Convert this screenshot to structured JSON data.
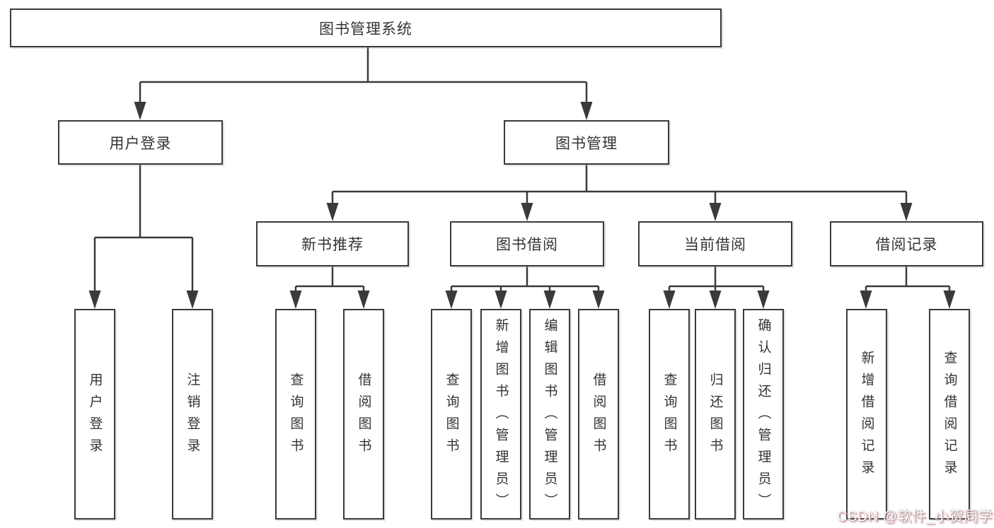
{
  "diagram": {
    "type": "tree",
    "root": {
      "label": "图书管理系统"
    },
    "level1": [
      {
        "label": "用户登录"
      },
      {
        "label": "图书管理"
      }
    ],
    "level2": [
      {
        "label": "新书推荐",
        "parent": "图书管理"
      },
      {
        "label": "图书借阅",
        "parent": "图书管理"
      },
      {
        "label": "当前借阅",
        "parent": "图书管理"
      },
      {
        "label": "借阅记录",
        "parent": "图书管理"
      }
    ],
    "leaves": [
      {
        "label": "用户登录",
        "parent": "用户登录"
      },
      {
        "label": "注销登录",
        "parent": "用户登录"
      },
      {
        "label": "查询图书",
        "parent": "新书推荐"
      },
      {
        "label": "借阅图书",
        "parent": "新书推荐"
      },
      {
        "label": "查询图书",
        "parent": "图书借阅"
      },
      {
        "label": "新增图书（管理员）",
        "parent": "图书借阅"
      },
      {
        "label": "编辑图书（管理员）",
        "parent": "图书借阅"
      },
      {
        "label": "借阅图书",
        "parent": "图书借阅"
      },
      {
        "label": "查询图书",
        "parent": "当前借阅"
      },
      {
        "label": "归还图书",
        "parent": "当前借阅"
      },
      {
        "label": "确认归还（管理员）",
        "parent": "当前借阅"
      },
      {
        "label": "新增借阅记录",
        "parent": "借阅记录"
      },
      {
        "label": "查询借阅记录",
        "parent": "借阅记录"
      }
    ]
  },
  "watermark": {
    "text": "CSDN @软件_小贺同学"
  },
  "colors": {
    "line": "#3a3a3a",
    "text": "#333333",
    "background": "#ffffff",
    "watermark_text": "#fdfdfd",
    "watermark_shadow": "#e88c98"
  }
}
